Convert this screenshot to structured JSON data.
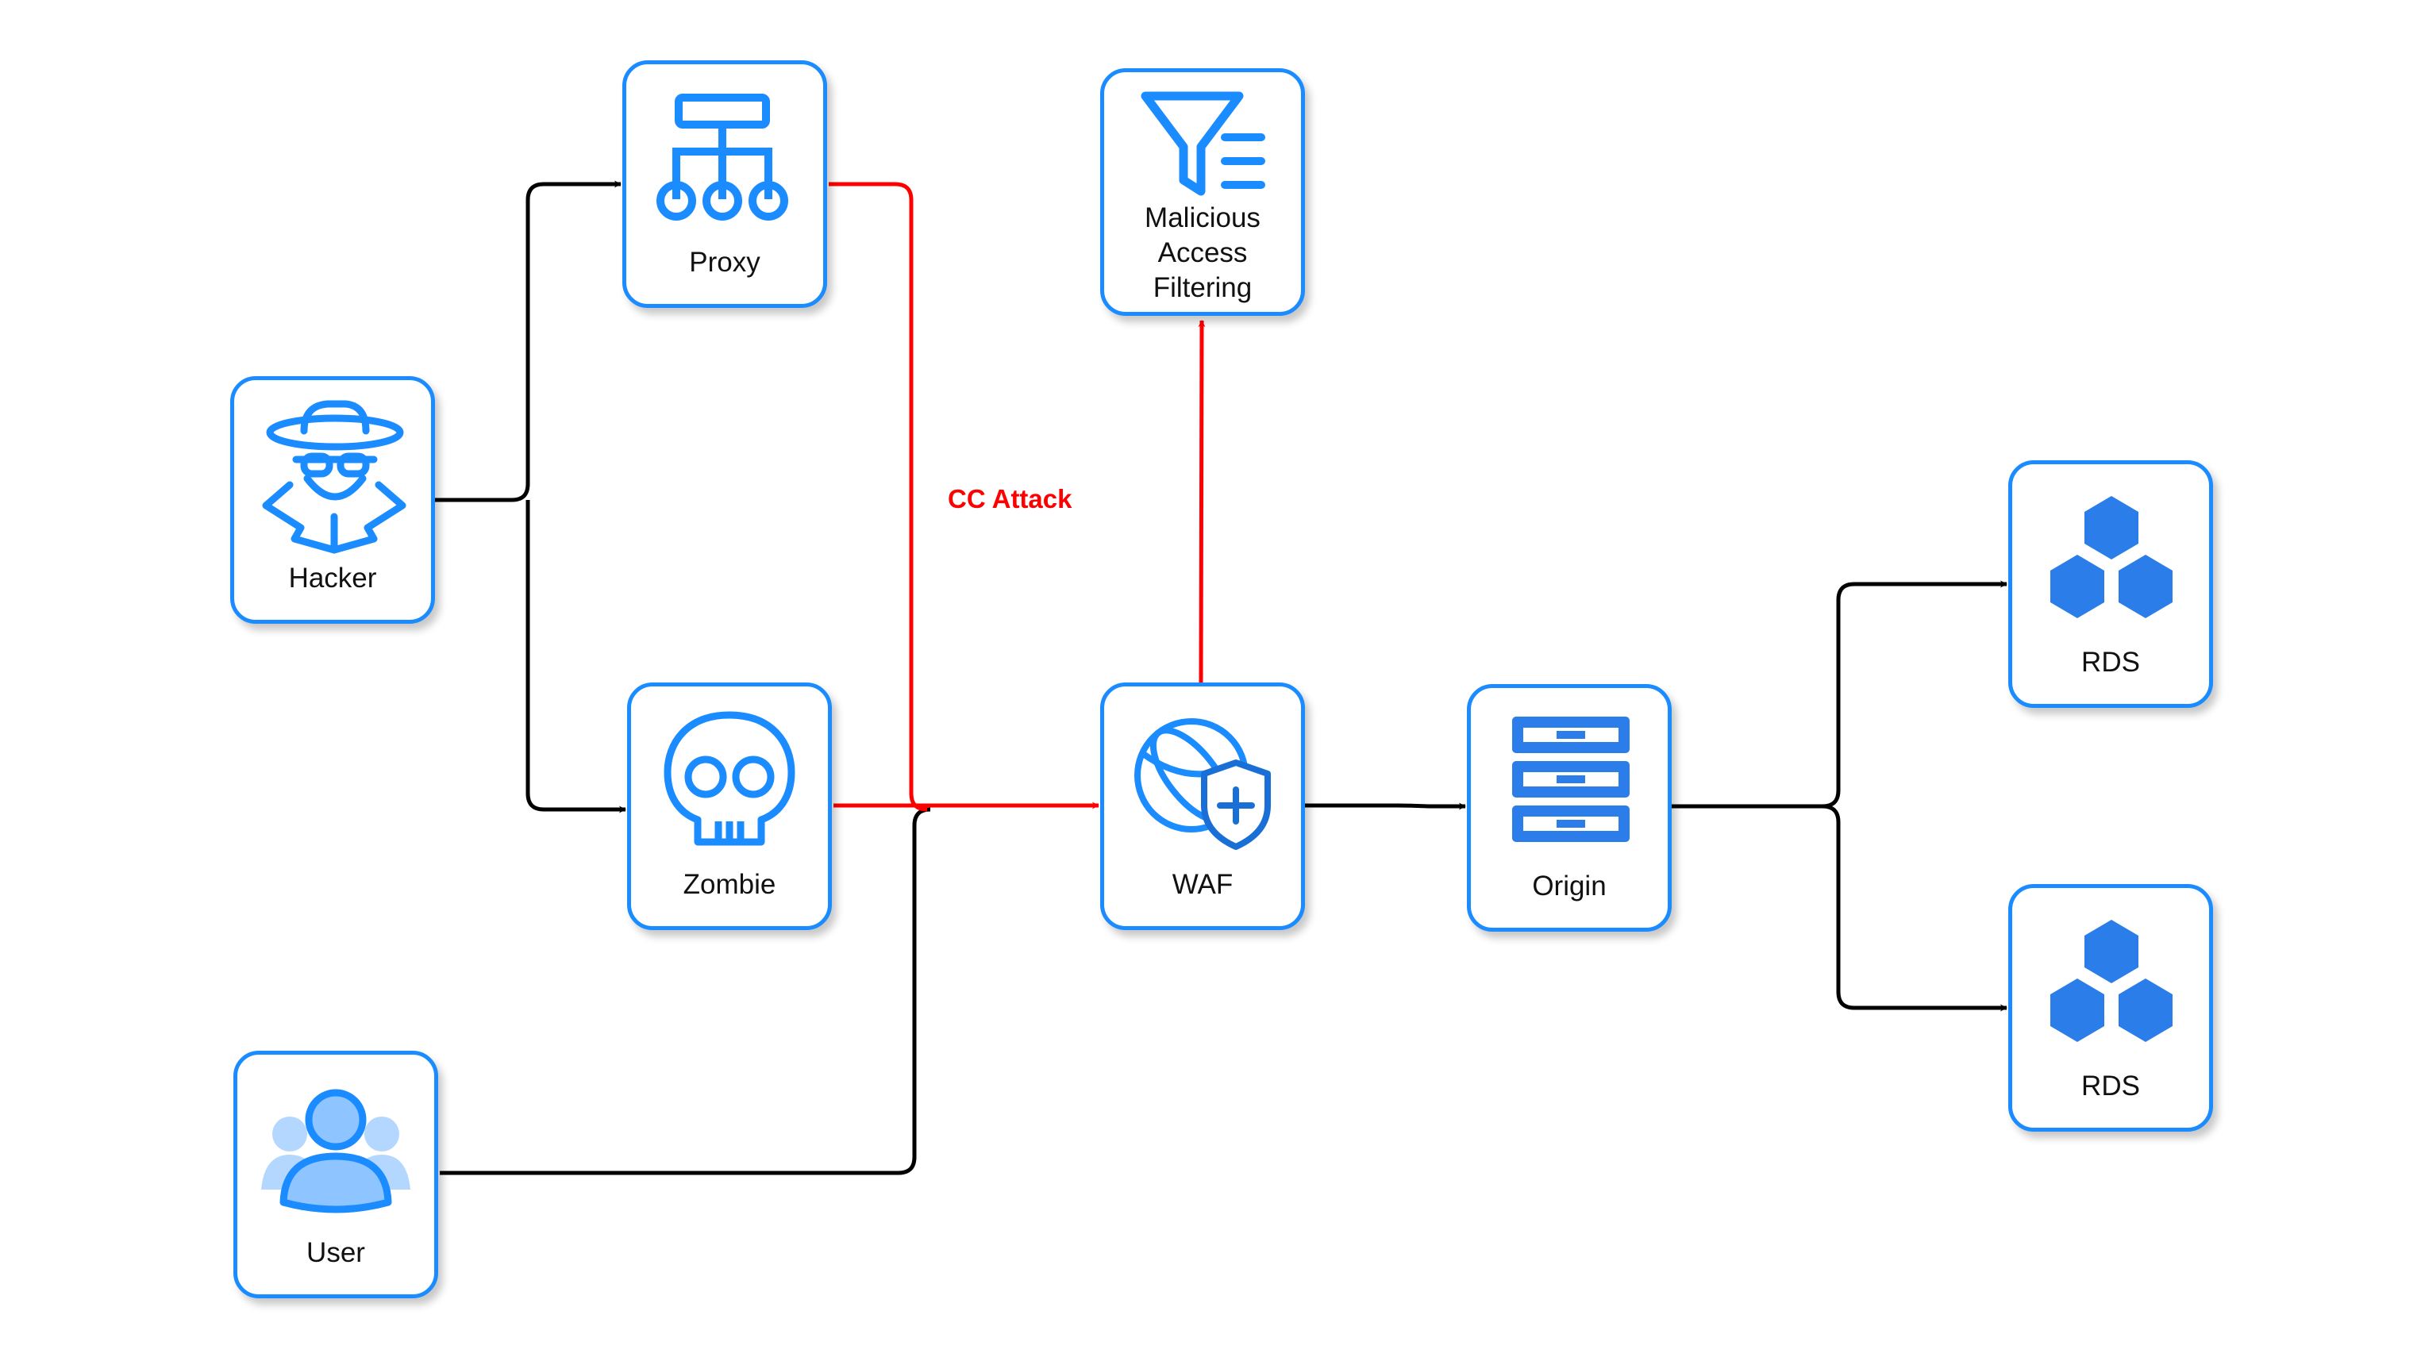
{
  "colors": {
    "node_border": "#1a8cff",
    "icon_primary": "#1a8cff",
    "icon_solid": "#2b7de9",
    "attack_edge": "#ff0000",
    "normal_edge": "#000000"
  },
  "nodes": {
    "hacker": {
      "label": "Hacker",
      "icon": "spy-hacker-icon"
    },
    "proxy": {
      "label": "Proxy",
      "icon": "hierarchy-proxy-icon"
    },
    "zombie": {
      "label": "Zombie",
      "icon": "skull-icon"
    },
    "user": {
      "label": "User",
      "icon": "user-group-icon"
    },
    "waf": {
      "label": "WAF",
      "icon": "globe-shield-icon"
    },
    "filter": {
      "label_lines": [
        "Malicious",
        "Access",
        "Filtering"
      ],
      "icon": "filter-funnel-icon"
    },
    "origin": {
      "label": "Origin",
      "icon": "server-stack-icon"
    },
    "rds_top": {
      "label": "RDS",
      "icon": "hexagon-cluster-icon"
    },
    "rds_bottom": {
      "label": "RDS",
      "icon": "hexagon-cluster-icon"
    }
  },
  "edges": [
    {
      "from": "hacker",
      "to": "proxy",
      "kind": "normal"
    },
    {
      "from": "hacker",
      "to": "zombie",
      "kind": "normal"
    },
    {
      "from": "proxy",
      "to": "waf",
      "kind": "attack"
    },
    {
      "from": "zombie",
      "to": "waf",
      "kind": "attack"
    },
    {
      "from": "user",
      "to": "waf",
      "kind": "normal"
    },
    {
      "from": "waf",
      "to": "filter",
      "kind": "attack"
    },
    {
      "from": "waf",
      "to": "origin",
      "kind": "normal"
    },
    {
      "from": "origin",
      "to": "rds_top",
      "kind": "normal"
    },
    {
      "from": "origin",
      "to": "rds_bottom",
      "kind": "normal"
    }
  ],
  "edge_labels": {
    "attack": "CC Attack"
  }
}
